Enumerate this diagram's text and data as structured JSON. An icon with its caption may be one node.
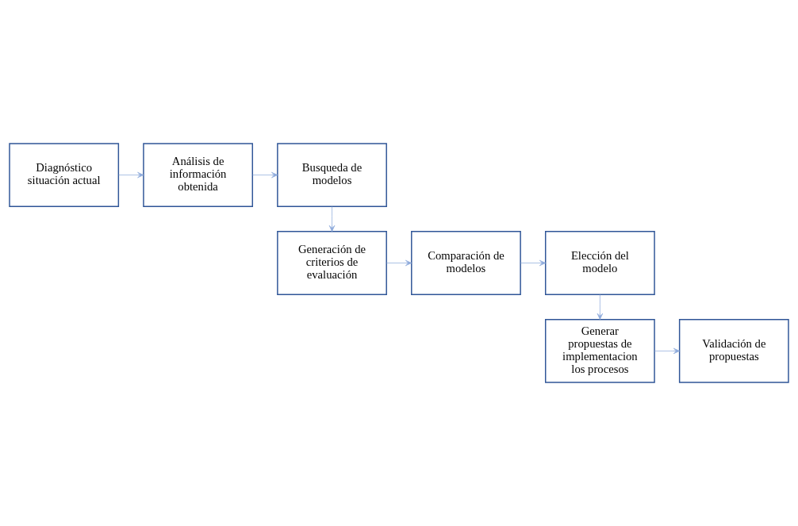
{
  "diagram": {
    "nodes": [
      {
        "text": [
          "Diagnóstico situación actual"
        ]
      },
      {
        "text": [
          "Análisis de información obtenida"
        ]
      },
      {
        "text": [
          "Busqueda de modelos"
        ]
      },
      {
        "text": [
          "Generación de criterios de evaluación"
        ]
      },
      {
        "text": [
          "Comparación de modelos"
        ]
      },
      {
        "text": [
          "Elección del modelo"
        ]
      },
      {
        "text": [
          "Generar propuestas de implementacion los procesos"
        ]
      },
      {
        "text": [
          "Validación de propuestas"
        ]
      }
    ],
    "edges": [
      {
        "from": 0,
        "to": 1,
        "arrow": "to"
      },
      {
        "from": 1,
        "to": 2,
        "arrow": "to"
      },
      {
        "from": 2,
        "to": 3,
        "arrow": "to"
      },
      {
        "from": 3,
        "to": 4,
        "arrow": "to"
      },
      {
        "from": 4,
        "to": 5,
        "arrow": "to"
      },
      {
        "from": 5,
        "to": 6,
        "arrow": "to"
      },
      {
        "from": 6,
        "to": 7,
        "arrow": "to"
      }
    ]
  }
}
